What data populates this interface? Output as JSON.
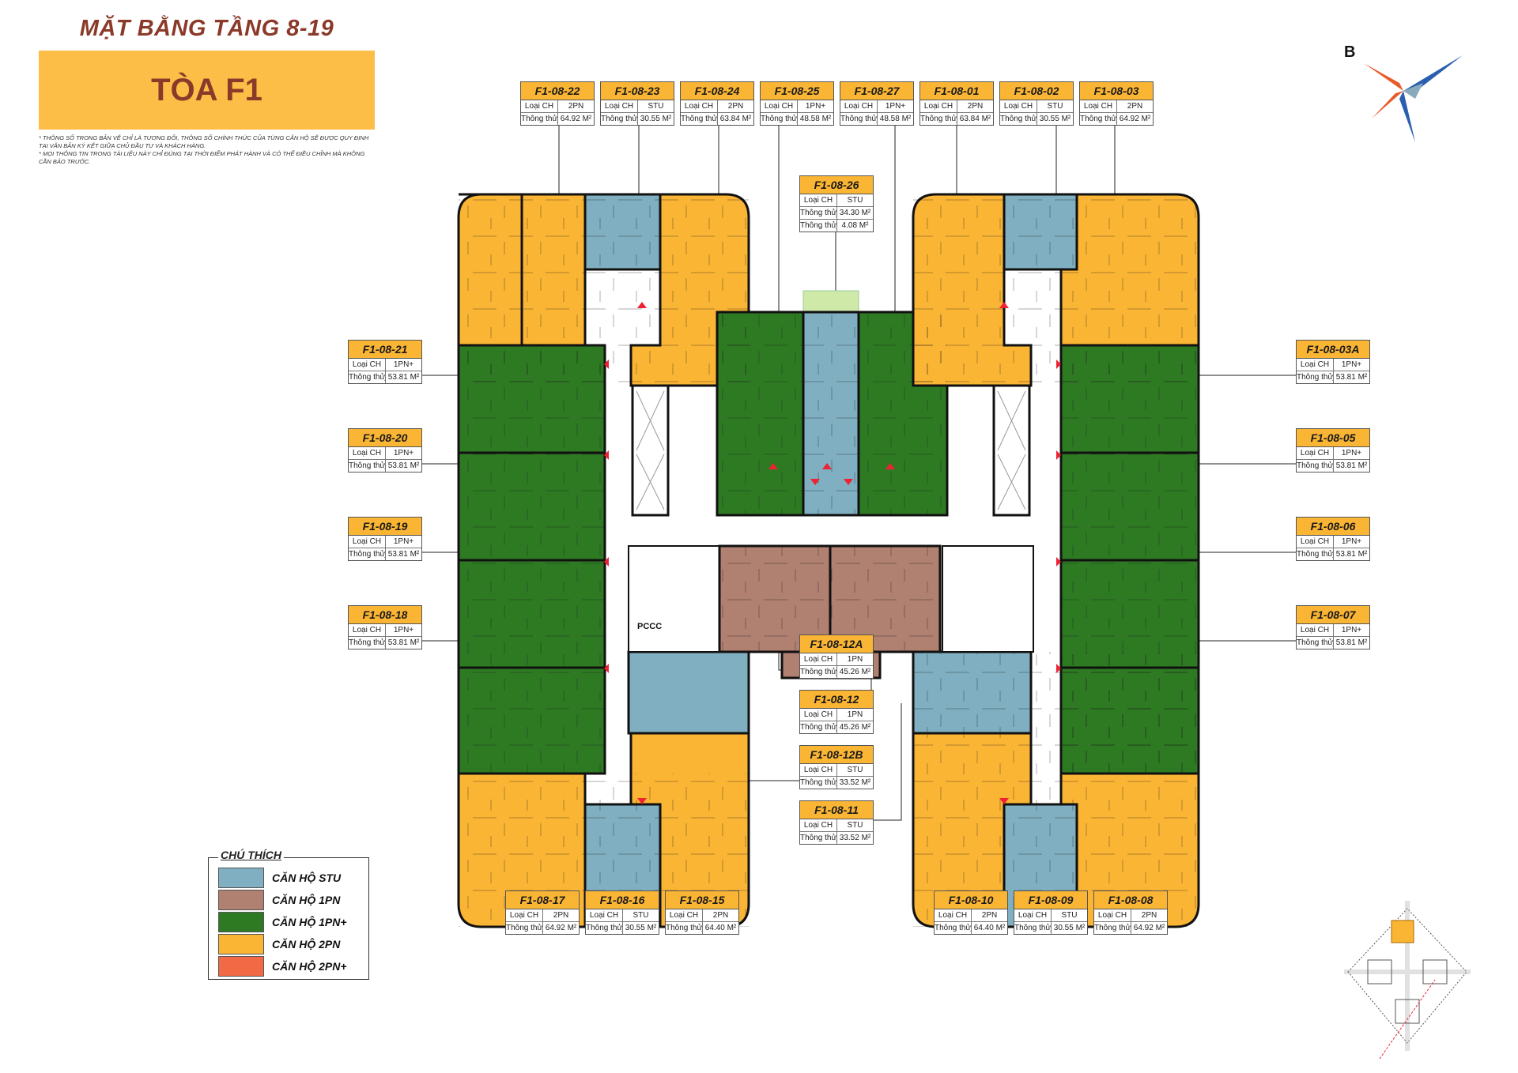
{
  "header": {
    "title": "MẶT BẰNG TẦNG 8-19",
    "building": "TÒA F1",
    "notes": [
      "* THÔNG SỐ TRONG BẢN VẼ CHỈ LÀ TƯƠNG ĐỐI, THÔNG SỐ CHÍNH THỨC CỦA TỪNG CĂN HỘ SẼ ĐƯỢC QUY ĐỊNH TẠI VĂN BẢN KÝ KẾT GIỮA CHỦ ĐẦU TƯ VÀ KHÁCH HÀNG.",
      "* MỌI THÔNG TIN TRONG TÀI LIỆU NÀY CHỈ ĐÚNG TẠI THỜI ĐIỂM PHÁT HÀNH VÀ CÓ THỂ ĐIỀU CHỈNH MÀ KHÔNG CẦN BÁO TRƯỚC."
    ]
  },
  "compass": {
    "label": "B"
  },
  "plan": {
    "pccc_label": "PCCC"
  },
  "field_labels": {
    "type": "Loại CH",
    "area": "Thông thủy"
  },
  "units": [
    {
      "code": "F1-08-22",
      "type": "2PN",
      "area": "64.92 M²"
    },
    {
      "code": "F1-08-23",
      "type": "STU",
      "area": "30.55 M²"
    },
    {
      "code": "F1-08-24",
      "type": "2PN",
      "area": "63.84 M²"
    },
    {
      "code": "F1-08-25",
      "type": "1PN+",
      "area": "48.58 M²"
    },
    {
      "code": "F1-08-27",
      "type": "1PN+",
      "area": "48.58 M²"
    },
    {
      "code": "F1-08-01",
      "type": "2PN",
      "area": "63.84 M²"
    },
    {
      "code": "F1-08-02",
      "type": "STU",
      "area": "30.55 M²"
    },
    {
      "code": "F1-08-03",
      "type": "2PN",
      "area": "64.92 M²"
    },
    {
      "code": "F1-08-26",
      "type": "STU",
      "area": "34.30 M²",
      "area2": "4.08 M²"
    },
    {
      "code": "F1-08-21",
      "type": "1PN+",
      "area": "53.81 M²"
    },
    {
      "code": "F1-08-20",
      "type": "1PN+",
      "area": "53.81 M²"
    },
    {
      "code": "F1-08-19",
      "type": "1PN+",
      "area": "53.81 M²"
    },
    {
      "code": "F1-08-18",
      "type": "1PN+",
      "area": "53.81 M²"
    },
    {
      "code": "F1-08-03A",
      "type": "1PN+",
      "area": "53.81 M²"
    },
    {
      "code": "F1-08-05",
      "type": "1PN+",
      "area": "53.81 M²"
    },
    {
      "code": "F1-08-06",
      "type": "1PN+",
      "area": "53.81 M²"
    },
    {
      "code": "F1-08-07",
      "type": "1PN+",
      "area": "53.81 M²"
    },
    {
      "code": "F1-08-12A",
      "type": "1PN",
      "area": "45.26 M²"
    },
    {
      "code": "F1-08-12",
      "type": "1PN",
      "area": "45.26 M²"
    },
    {
      "code": "F1-08-12B",
      "type": "STU",
      "area": "33.52 M²"
    },
    {
      "code": "F1-08-11",
      "type": "STU",
      "area": "33.52 M²"
    },
    {
      "code": "F1-08-17",
      "type": "2PN",
      "area": "64.92 M²"
    },
    {
      "code": "F1-08-16",
      "type": "STU",
      "area": "30.55 M²"
    },
    {
      "code": "F1-08-15",
      "type": "2PN",
      "area": "64.40 M²"
    },
    {
      "code": "F1-08-10",
      "type": "2PN",
      "area": "64.40 M²"
    },
    {
      "code": "F1-08-09",
      "type": "STU",
      "area": "30.55 M²"
    },
    {
      "code": "F1-08-08",
      "type": "2PN",
      "area": "64.92 M²"
    }
  ],
  "legend": {
    "title": "CHÚ THÍCH",
    "items": [
      {
        "label": "CĂN HỘ STU",
        "color": "#7fafc0"
      },
      {
        "label": "CĂN HỘ 1PN",
        "color": "#b08070"
      },
      {
        "label": "CĂN HỘ 1PN+",
        "color": "#2e7a23"
      },
      {
        "label": "CĂN HỘ 2PN",
        "color": "#fbb534"
      },
      {
        "label": "CĂN HỘ 2PN+",
        "color": "#f26a45"
      }
    ]
  },
  "colors": {
    "stu": "#7fafc0",
    "1pn": "#b08070",
    "1pn_plus": "#2e7a23",
    "2pn": "#fbb534",
    "title": "#8b3a2a"
  }
}
